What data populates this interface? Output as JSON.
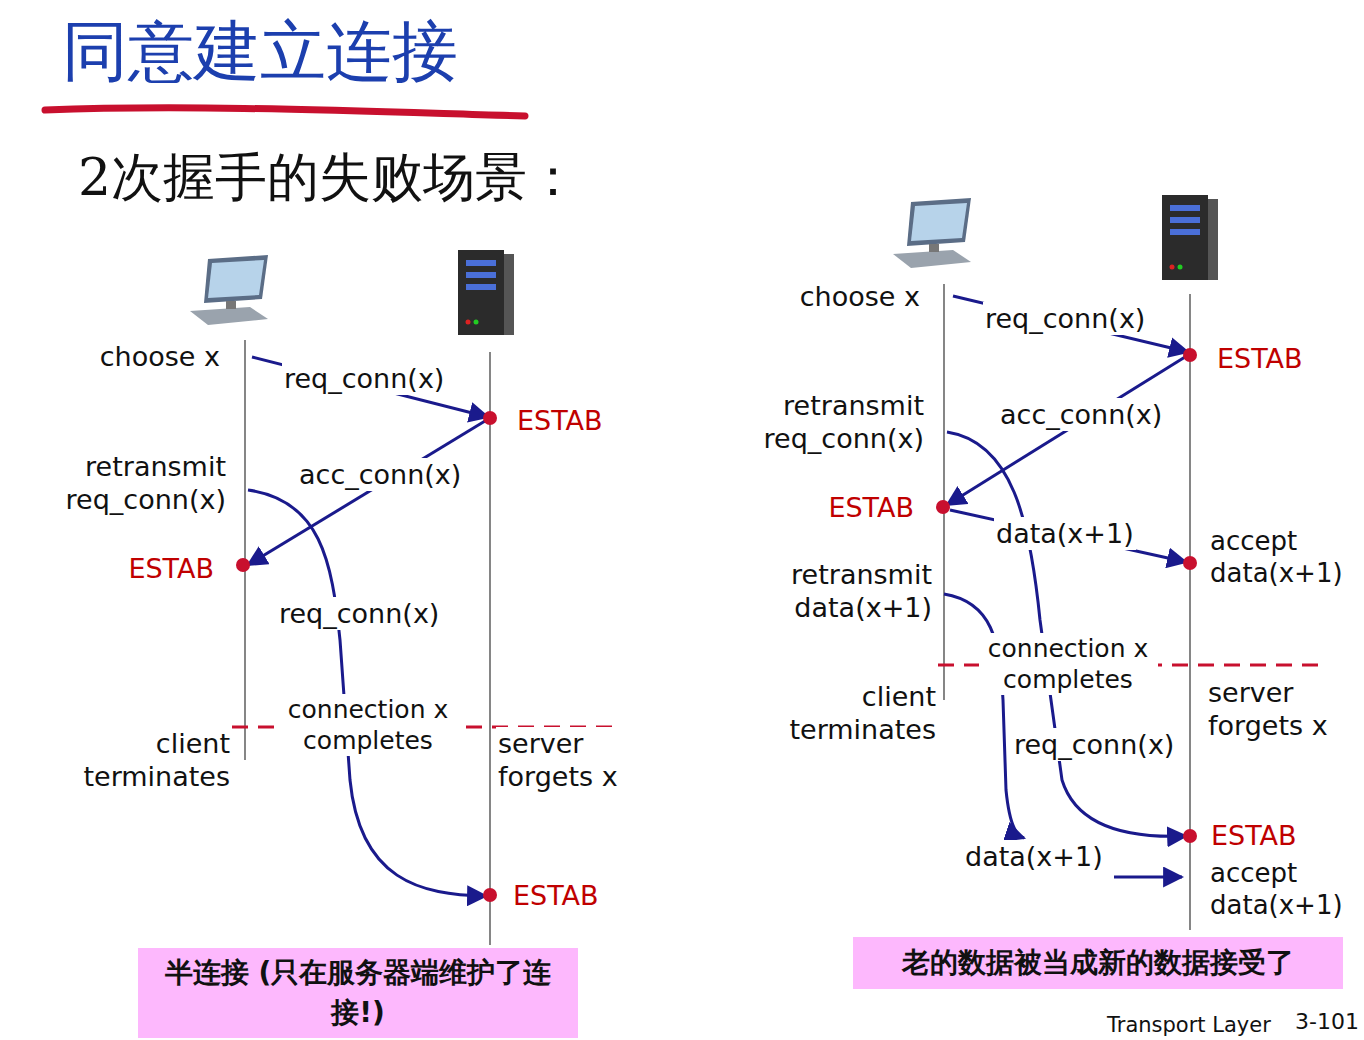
{
  "diagram": {
    "title": "同意建立连接",
    "nodes": [
      {
        "text": [
          "半连接 (只在服务器端维护了连接!)"
        ]
      },
      {
        "text": [
          "老的数据被当成新的数据接受了"
        ]
      }
    ],
    "labels": [
      "2次握手的失败场景：",
      "choose x",
      "req_conn(x)",
      "ESTAB",
      "retransmit req_conn(x)",
      "acc_conn(x)",
      "ESTAB",
      "req_conn(x)",
      "connection x completes",
      "client terminates",
      "server forgets x",
      "ESTAB",
      "choose x",
      "req_conn(x)",
      "ESTAB",
      "retransmit req_conn(x)",
      "acc_conn(x)",
      "ESTAB",
      "data(x+1)",
      "accept data(x+1)",
      "retransmit data(x+1)",
      "connection x completes",
      "client terminates",
      "server forgets x",
      "req_conn(x)",
      "ESTAB",
      "accept data(x+1)",
      "data(x+1)",
      "Transport Layer",
      "3-101"
    ]
  }
}
